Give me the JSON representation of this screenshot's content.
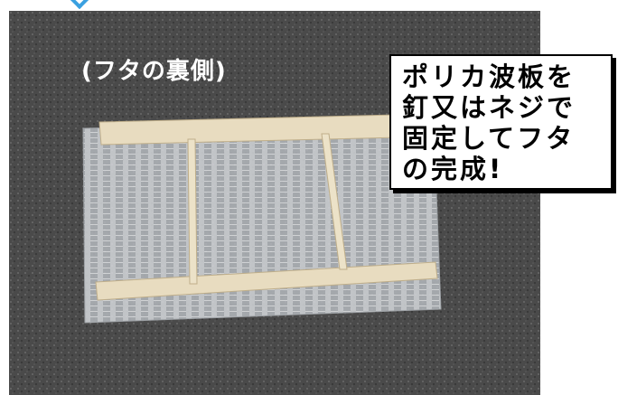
{
  "decor": {
    "accent_color": "#3aa0e0",
    "corner_mark_icon": "chevron-down-icon"
  },
  "photo": {
    "label": "(フタの裏側)",
    "surface_color": "#4a4a4a",
    "wood_color": "#e8dcc0",
    "sheet_color": "#c9ccd0"
  },
  "callout": {
    "lines": [
      "ポリカ波板を",
      "釘又はネジで",
      "固定してフタ",
      "の完成!"
    ]
  }
}
